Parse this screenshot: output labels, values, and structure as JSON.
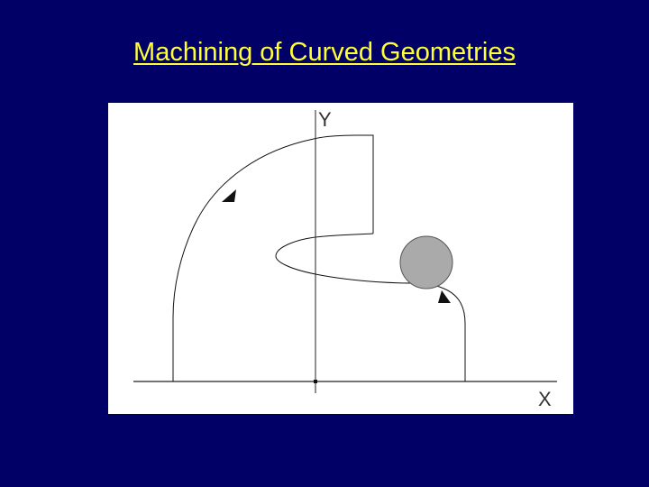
{
  "slide": {
    "title": "Machining of Curved Geometries",
    "background_color": "#000066",
    "title_color": "#ffff33"
  },
  "diagram": {
    "y_axis_label": "Y",
    "x_axis_label": "X",
    "tool_color": "#aaaaaa",
    "line_color": "#111111"
  }
}
